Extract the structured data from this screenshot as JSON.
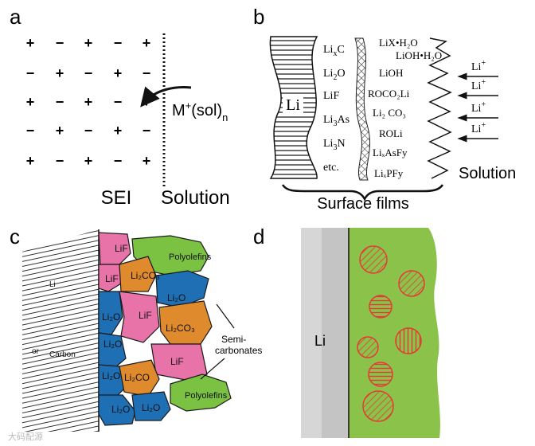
{
  "panel_a": {
    "letter": "a",
    "signs": [
      [
        "+",
        "−",
        "+",
        "−",
        "+"
      ],
      [
        "−",
        "+",
        "−",
        "+",
        "−"
      ],
      [
        "+",
        "−",
        "+",
        "−",
        "+"
      ],
      [
        "−",
        "+",
        "−",
        "+",
        "−"
      ],
      [
        "+",
        "−",
        "+",
        "−",
        "+"
      ]
    ],
    "ion_label": "M",
    "ion_charge": "+",
    "ion_suffix": "(sol)",
    "ion_subscript": "n",
    "left_label": "SEI",
    "right_label": "Solution"
  },
  "panel_b": {
    "letter": "b",
    "electrode_label": "Li",
    "inner_species": [
      {
        "main": "Li",
        "sub": "x",
        "tail": "C"
      },
      {
        "main": "Li",
        "sub": "2",
        "tail": "O"
      },
      {
        "main": "LiF",
        "sub": "",
        "tail": ""
      },
      {
        "main": "Li",
        "sub": "3",
        "tail": "As"
      },
      {
        "main": "Li",
        "sub": "3",
        "tail": "N"
      },
      {
        "main": "etc.",
        "sub": "",
        "tail": ""
      }
    ],
    "outer_species": [
      "LiX•H₂O",
      "LiOH•H₂O",
      "LiOH",
      "ROCO₂Li",
      "Li₂ CO₃",
      "ROLi",
      "LiₓAsFy",
      "LiₓPFy"
    ],
    "li_ion_label": "Li",
    "li_ion_charge": "+",
    "bracket_label": "Surface films",
    "solution_label": "Solution"
  },
  "panel_c": {
    "letter": "c",
    "electrode_label": "Li",
    "or_label": "or",
    "carbon_label": "Carbon",
    "grains": [
      {
        "name": "lif-top",
        "label": "LiF",
        "color": "#e873a8"
      },
      {
        "name": "polyolefins-top",
        "label": "Polyolefins",
        "color": "#7cc242"
      },
      {
        "name": "lif-small",
        "label": "LiF",
        "color": "#e873a8"
      },
      {
        "name": "li2co3-top",
        "label": "Li₂CO₃",
        "color": "#e08a2e"
      },
      {
        "name": "li2o-blue-right",
        "label": "Li₂O",
        "color": "#1f6fb5"
      },
      {
        "name": "li2o-left",
        "label": "Li₂O",
        "color": "#1f6fb5"
      },
      {
        "name": "lif-mid",
        "label": "LiF",
        "color": "#e873a8"
      },
      {
        "name": "li2co3-mid",
        "label": "Li₂CO₃",
        "color": "#e08a2e"
      },
      {
        "name": "li2o-mid",
        "label": "Li₂O",
        "color": "#1f6fb5"
      },
      {
        "name": "lif-low",
        "label": "LiF",
        "color": "#e873a8"
      },
      {
        "name": "li2o-low-left",
        "label": "Li₂O",
        "color": "#1f6fb5"
      },
      {
        "name": "li2co3-low",
        "label": "Li₂CO",
        "color": "#e08a2e"
      },
      {
        "name": "li2o-bottom-left",
        "label": "Li₂O",
        "color": "#1f6fb5"
      },
      {
        "name": "li2o-bottom",
        "label": "Li₂O",
        "color": "#1f6fb5"
      },
      {
        "name": "polyolefins-bottom",
        "label": "Polyolefins",
        "color": "#7cc242"
      }
    ],
    "callout_line1": "Semi-",
    "callout_line2": "carbonates",
    "watermark": "大码配源"
  },
  "panel_d": {
    "letter": "d",
    "electrode_label": "Li",
    "colors": {
      "electrolyte": "#8bc34a",
      "particle_stroke": "#e53935",
      "metal": "#c8c8c8"
    }
  }
}
